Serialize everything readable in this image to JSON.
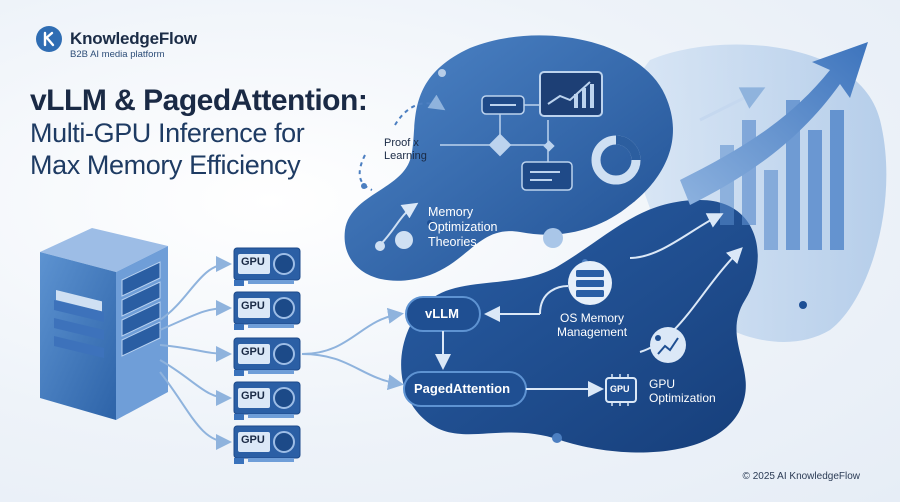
{
  "header": {
    "brand": "KnowledgeFlow",
    "tagline": "B2B AI media platform",
    "logo_icon": "k-letter-icon"
  },
  "title": {
    "main": "vLLM & PagedAttention:",
    "sub_line1": "Multi-GPU Inference for",
    "sub_line2": "Max Memory Efficiency"
  },
  "diagram": {
    "proof_label_line1": "Proof x",
    "proof_label_line2": "Learning",
    "memory_theories": [
      "Memory",
      "Optimization",
      "Theories"
    ],
    "gpu_card_label": "GPU",
    "vllm_label": "vLLM",
    "paged_attention_label": "PagedAttention",
    "os_memory": [
      "OS Memory",
      "Management"
    ],
    "gpu_chip_label": "GPU",
    "gpu_optimization": [
      "GPU",
      "Optimization"
    ]
  },
  "footer": {
    "copyright": "© 2025 AI KnowledgeFlow"
  },
  "colors": {
    "dark_blue": "#1d4f95",
    "mid_blue": "#3a72bb",
    "light_blue": "#a9c6e8",
    "navy_text": "#1a2a45"
  }
}
